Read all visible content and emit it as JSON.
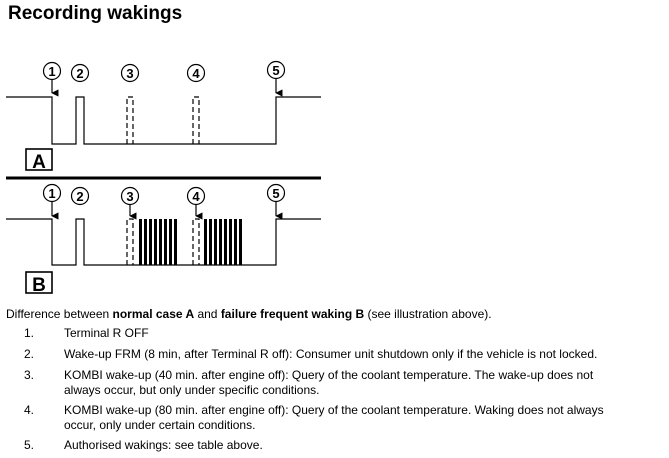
{
  "title": "Recording wakings",
  "panels": [
    {
      "label": "A",
      "markers": [
        "1",
        "2",
        "3",
        "4",
        "5"
      ]
    },
    {
      "label": "B",
      "markers": [
        "1",
        "2",
        "3",
        "4",
        "5"
      ]
    }
  ],
  "caption": {
    "prefix": "Difference between ",
    "case_a": "normal case A",
    "middle": " and ",
    "case_b": "failure frequent waking B",
    "suffix": " (see illustration above)."
  },
  "steps": [
    {
      "num": "1.",
      "line1": "Terminal R OFF",
      "line2": ""
    },
    {
      "num": "2.",
      "line1": "Wake-up FRM (8 min, after Terminal R off): Consumer unit shutdown only if the vehicle is not locked.",
      "line2": ""
    },
    {
      "num": "3.",
      "line1": "KOMBI wake-up (40 min. after engine off): Query of the coolant temperature. The wake-up does not",
      "line2": "always occur, but only under specific conditions."
    },
    {
      "num": "4.",
      "line1": "KOMBI wake-up (80 min. after engine off): Query of the coolant temperature. Waking does not always",
      "line2": "occur, only under certain conditions."
    },
    {
      "num": "5.",
      "line1": "Authorised wakings: see table above.",
      "line2": ""
    }
  ]
}
